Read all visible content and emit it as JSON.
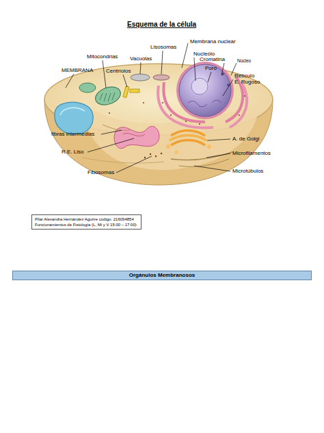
{
  "diagram": {
    "title": "Esquema de la célula",
    "nodes": [
      {
        "text": [
          "Pilar Alexandra Hernández Aguirre código: 216094854",
          "Funcionamientos de Fisiología (L, Mi y V 15:00 – 17:00)"
        ]
      },
      {
        "text": [
          "Orgánulos Membranosos"
        ]
      }
    ],
    "labels": [
      "Lisosomas",
      "Membrana nuclear",
      "Mitocondrias",
      "Nucleólo",
      "Vacuolas",
      "Cromatina",
      "Núcleo",
      "Poro",
      "MEMBRANA",
      "Centríolos",
      "Retículo E. Rugoso",
      "fibras intermedias",
      "A. de Golgi",
      "R.E. Liso",
      "Microfilamentos",
      "Fibosomas",
      "Microtúbulos"
    ]
  }
}
